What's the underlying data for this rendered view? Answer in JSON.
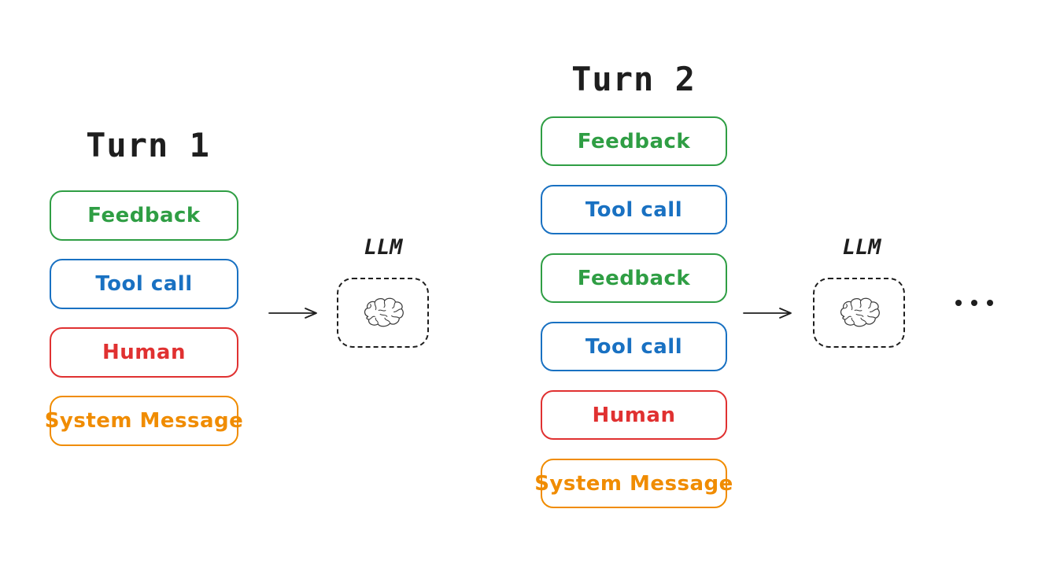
{
  "colors": {
    "background": "#ffffff",
    "ink": "#1e1e1e",
    "green": "#2f9e44",
    "blue": "#1971c2",
    "red": "#e03131",
    "orange": "#f08c00"
  },
  "turns": [
    {
      "title": "Turn 1",
      "messages": [
        {
          "label": "Feedback",
          "color": "green"
        },
        {
          "label": "Tool call",
          "color": "blue"
        },
        {
          "label": "Human",
          "color": "red"
        },
        {
          "label": "System Message",
          "color": "orange"
        }
      ],
      "llm": {
        "label": "LLM",
        "icon": "brain-icon"
      }
    },
    {
      "title": "Turn 2",
      "messages": [
        {
          "label": "Feedback",
          "color": "green"
        },
        {
          "label": "Tool call",
          "color": "blue"
        },
        {
          "label": "Feedback",
          "color": "green"
        },
        {
          "label": "Tool call",
          "color": "blue"
        },
        {
          "label": "Human",
          "color": "red"
        },
        {
          "label": "System Message",
          "color": "orange"
        }
      ],
      "llm": {
        "label": "LLM",
        "icon": "brain-icon"
      }
    }
  ],
  "ellipsis": "...",
  "icons": {
    "arrow": "arrow-right-icon",
    "brain": "brain-icon",
    "ellipsis": "ellipsis-icon"
  }
}
